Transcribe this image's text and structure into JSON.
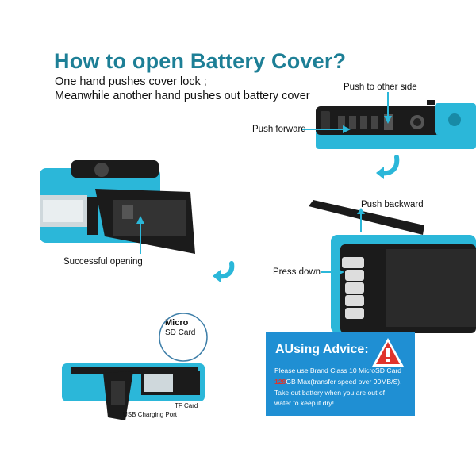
{
  "header": {
    "title": "How to open Battery Cover?",
    "line1": "One hand pushes cover lock ;",
    "line2": "Meanwhile another hand pushes out battery cover"
  },
  "labels": {
    "push_other_side": "Push to other side",
    "push_forward": "Push forward",
    "push_backward": "Push backward",
    "press_down": "Press down",
    "successful_opening": "Successful opening",
    "micro": "Micro",
    "sd_card": "SD Card",
    "tf_card": "TF Card",
    "usb_port": "USB Charging Port"
  },
  "advice": {
    "title": "AUsing Advice:",
    "line1": "Please use Brand Class 10 MicroSD Card",
    "line2_highlight": "128",
    "line2_rest": "GB Max(transfer speed over 90MB/S).",
    "line3": "Take out battery when you are out of",
    "line4": "water to keep it dry!"
  },
  "colors": {
    "title": "#1d7f96",
    "camera_body": "#2bb7d9",
    "arrow": "#2bb7d9",
    "advice_bg": "#1f8fd3",
    "warning": "#e0332b"
  }
}
